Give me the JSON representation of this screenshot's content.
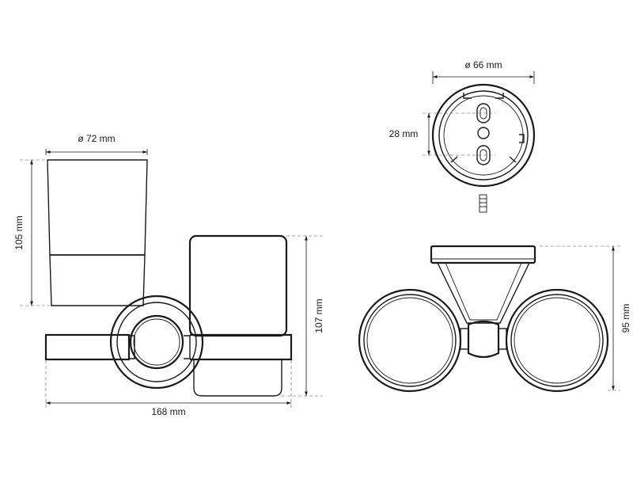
{
  "dimensions": {
    "cup_diameter": "ø 72 mm",
    "cup_height": "105 mm",
    "total_width": "168 mm",
    "total_height": "107 mm",
    "base_diameter": "ø 66 mm",
    "hole_spacing": "28 mm",
    "projection": "95 mm"
  }
}
